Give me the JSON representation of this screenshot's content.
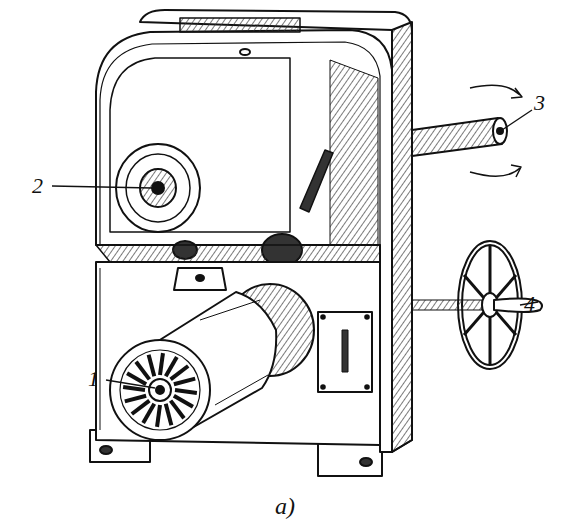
{
  "diagram": {
    "caption": "а)",
    "labels": [
      "1",
      "2",
      "3",
      "4"
    ]
  }
}
